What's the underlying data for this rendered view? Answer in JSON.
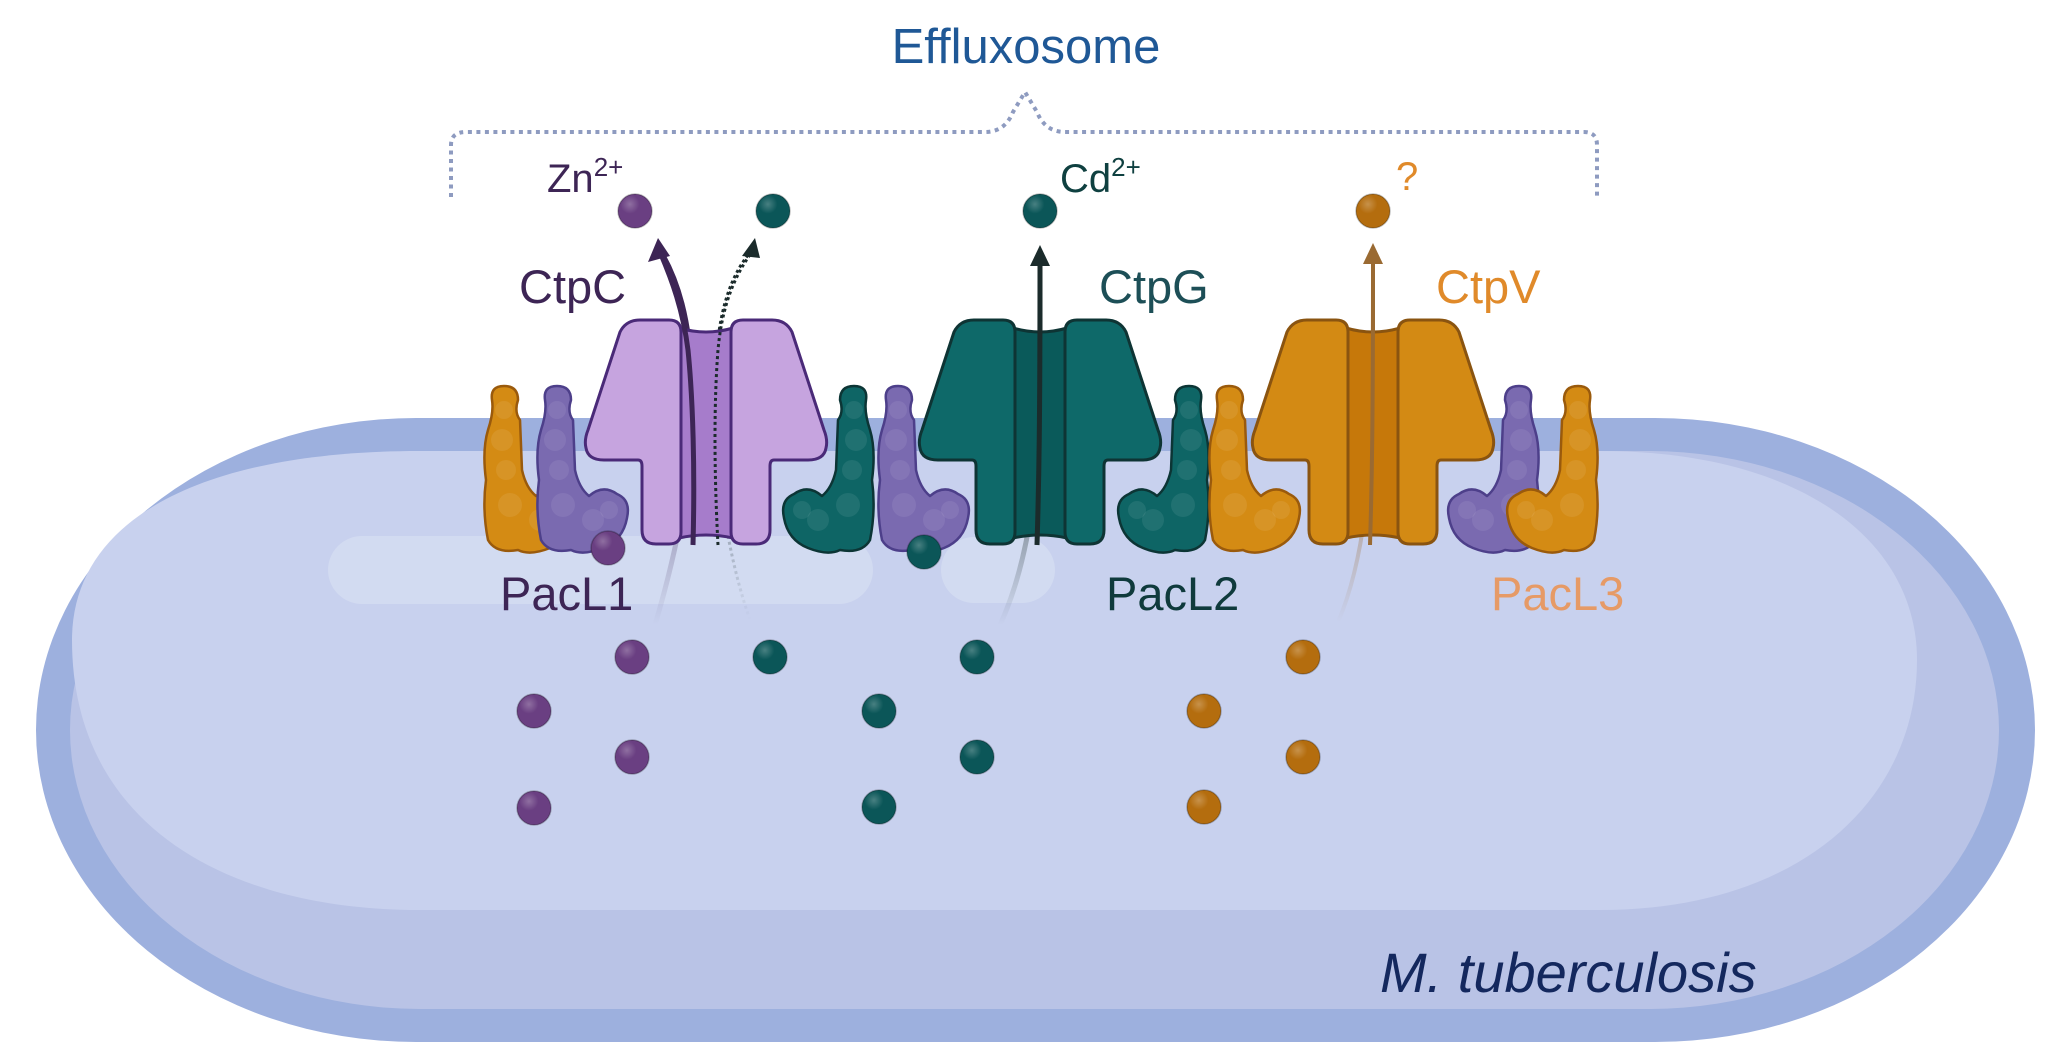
{
  "title": "Effluxosome",
  "organism": "M. tuberculosis",
  "colors": {
    "title": "#1f5896",
    "bracket": "#8e9bc0",
    "organism": "#14285e",
    "membrane": "#9db0de",
    "cytoplasm": "#c8d1ee",
    "cytoplasm_shadow": "#b9c3e6",
    "highlight": "#d6ddf2",
    "zn": "#6a3f82",
    "cd": "#0b5658",
    "unknown": "#b46d0e"
  },
  "ions": {
    "zn": {
      "symbol": "Zn",
      "charge": "2+",
      "color": "#6a3f82",
      "label_color": "#3d2555"
    },
    "cd": {
      "symbol": "Cd",
      "charge": "2+",
      "color": "#0b5658",
      "label_color": "#0f4040"
    },
    "unknown": {
      "symbol": "?",
      "color": "#b46d0e",
      "label_color": "#e08a2a"
    }
  },
  "transporters": [
    {
      "id": "ctpc",
      "label": "CtpC",
      "label_color": "#3d2555",
      "fill": "#c6a4df",
      "channel": "#a67ccb",
      "stroke": "#4a2a78",
      "substrates": [
        "Zn2+",
        "Cd2+ (dotted)"
      ]
    },
    {
      "id": "ctpg",
      "label": "CtpG",
      "label_color": "#1d4f57",
      "fill": "#0e6969",
      "channel": "#0a5a5a",
      "stroke": "#0e3434",
      "substrates": [
        "Cd2+"
      ]
    },
    {
      "id": "ctpv",
      "label": "CtpV",
      "label_color": "#e08a2a",
      "fill": "#d38a14",
      "channel": "#c6780a",
      "stroke": "#8a5410",
      "substrates": [
        "?"
      ]
    }
  ],
  "chaperones": [
    {
      "id": "pacl1",
      "label": "PacL1",
      "label_color": "#3d2555"
    },
    {
      "id": "pacl2",
      "label": "PacL2",
      "label_color": "#0f3a3c"
    },
    {
      "id": "pacl3",
      "label": "PacL3",
      "label_color": "#e69a66"
    }
  ],
  "pacl_colors": {
    "orange": {
      "fill": "#d48b14",
      "stroke": "#9a5a0c"
    },
    "purple": {
      "fill": "#7a6ab0",
      "stroke": "#4d3f8a"
    },
    "teal": {
      "fill": "#0e6565",
      "stroke": "#0c3535"
    }
  },
  "ion_groups": [
    {
      "type": "zn",
      "location": "extracellular",
      "count": 1
    },
    {
      "type": "cd",
      "location": "extracellular",
      "count": 2
    },
    {
      "type": "unknown",
      "location": "extracellular",
      "count": 1
    },
    {
      "type": "zn",
      "location": "bound-PacL1",
      "count": 1
    },
    {
      "type": "cd",
      "location": "bound-PacL2",
      "count": 1
    },
    {
      "type": "zn",
      "location": "cytoplasm",
      "count": 4
    },
    {
      "type": "cd",
      "location": "cytoplasm",
      "count": 5
    },
    {
      "type": "unknown",
      "location": "cytoplasm",
      "count": 4
    }
  ]
}
